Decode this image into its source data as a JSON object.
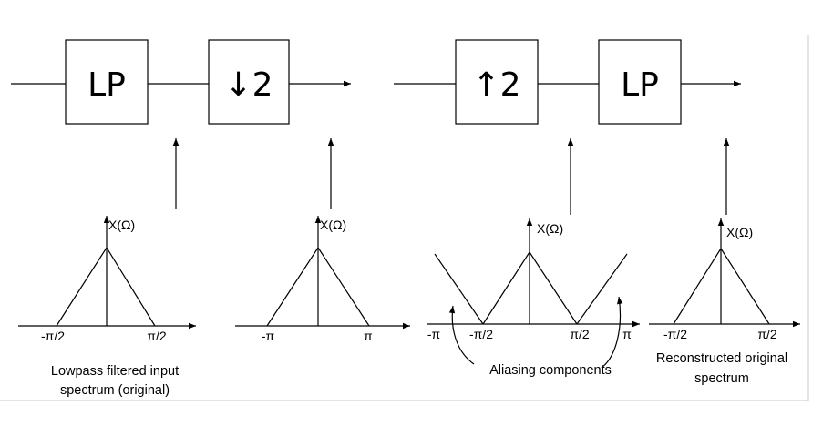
{
  "blocks": {
    "lp1": "LP",
    "down": "↓2",
    "up": "↑2",
    "lp2": "LP"
  },
  "spectra": {
    "s1": {
      "ylabel": "X(Ω)",
      "ticks": [
        "-π/2",
        "π/2"
      ]
    },
    "s2": {
      "ylabel": "X(Ω)",
      "ticks": [
        "-π",
        "π"
      ]
    },
    "s3": {
      "ylabel": "X(Ω)",
      "ticks": [
        "-π",
        "-π/2",
        "π/2",
        "π"
      ]
    },
    "s4": {
      "ylabel": "X(Ω)",
      "ticks": [
        "-π/2",
        "π/2"
      ]
    }
  },
  "captions": {
    "c1_line1": "Lowpass filtered input",
    "c1_line2": "spectrum (original)",
    "c3": "Aliasing components",
    "c4_line1": "Reconstructed original",
    "c4_line2": "spectrum"
  },
  "colors": {
    "line": "#000000",
    "border": "#c8c8c8"
  }
}
